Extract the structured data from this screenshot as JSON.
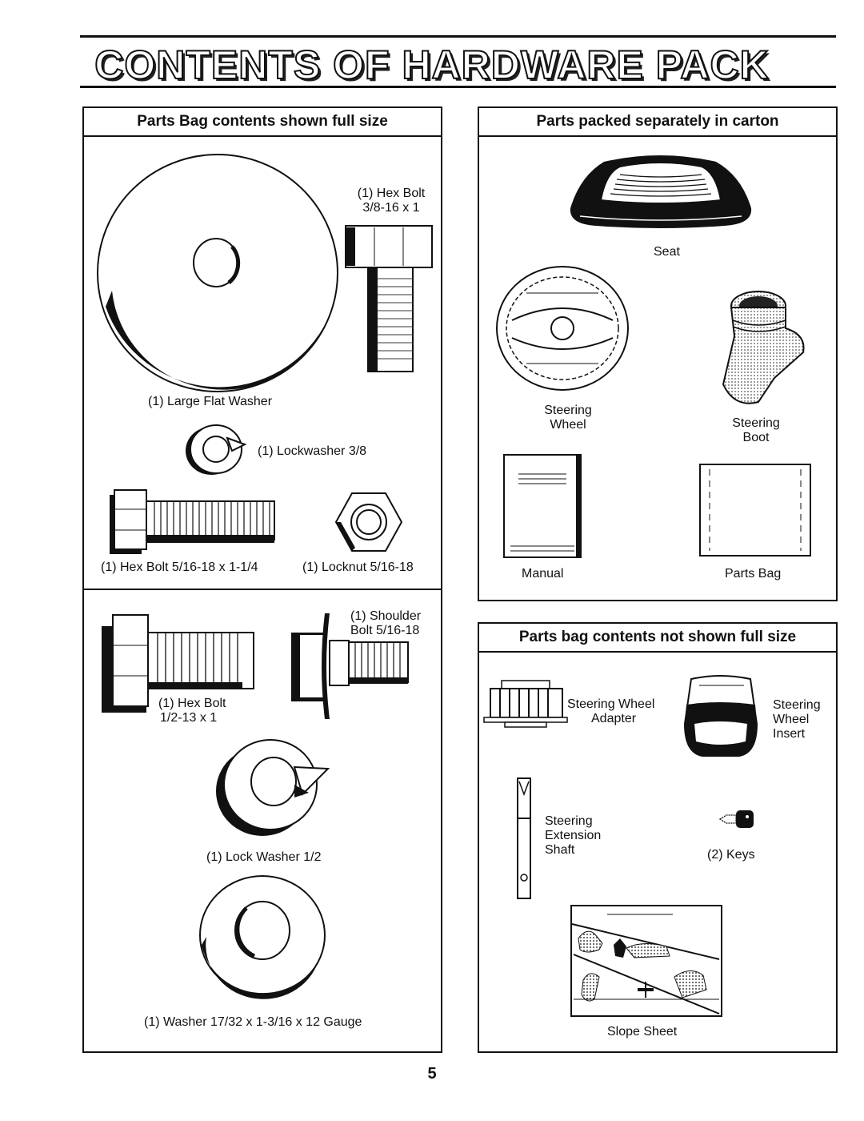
{
  "page": {
    "title": "CONTENTS OF HARDWARE PACK",
    "page_number": "5"
  },
  "left_panel": {
    "header": "Parts Bag contents shown full size",
    "items": {
      "hex_bolt_a_qty": "(1) Hex Bolt",
      "hex_bolt_a_size": "3/8-16 x 1",
      "large_flat_washer": "(1) Large Flat Washer",
      "lockwasher_38": "(1) Lockwasher 3/8",
      "hex_bolt_b": "(1) Hex Bolt 5/16-18 x 1-1/4",
      "locknut": "(1) Locknut 5/16-18",
      "shoulder_bolt_a": "(1) Shoulder",
      "shoulder_bolt_b": "Bolt 5/16-18",
      "hex_bolt_c_qty": "(1) Hex Bolt",
      "hex_bolt_c_size": "1/2-13 x 1",
      "lock_washer_12": "(1) Lock Washer 1/2",
      "washer": "(1) Washer 17/32 x 1-3/16 x 12 Gauge"
    }
  },
  "right_top_panel": {
    "header": "Parts packed separately in carton",
    "items": {
      "seat": "Seat",
      "steering_wheel_1": "Steering",
      "steering_wheel_2": "Wheel",
      "steering_boot_1": "Steering",
      "steering_boot_2": "Boot",
      "manual": "Manual",
      "parts_bag": "Parts Bag"
    }
  },
  "right_bottom_panel": {
    "header": "Parts bag contents not shown full size",
    "items": {
      "adapter_1": "Steering Wheel",
      "adapter_2": "Adapter",
      "insert_1": "Steering",
      "insert_2": "Wheel",
      "insert_3": "Insert",
      "shaft_1": "Steering",
      "shaft_2": "Extension",
      "shaft_3": "Shaft",
      "keys": "(2) Keys",
      "slope_sheet": "Slope Sheet"
    }
  }
}
